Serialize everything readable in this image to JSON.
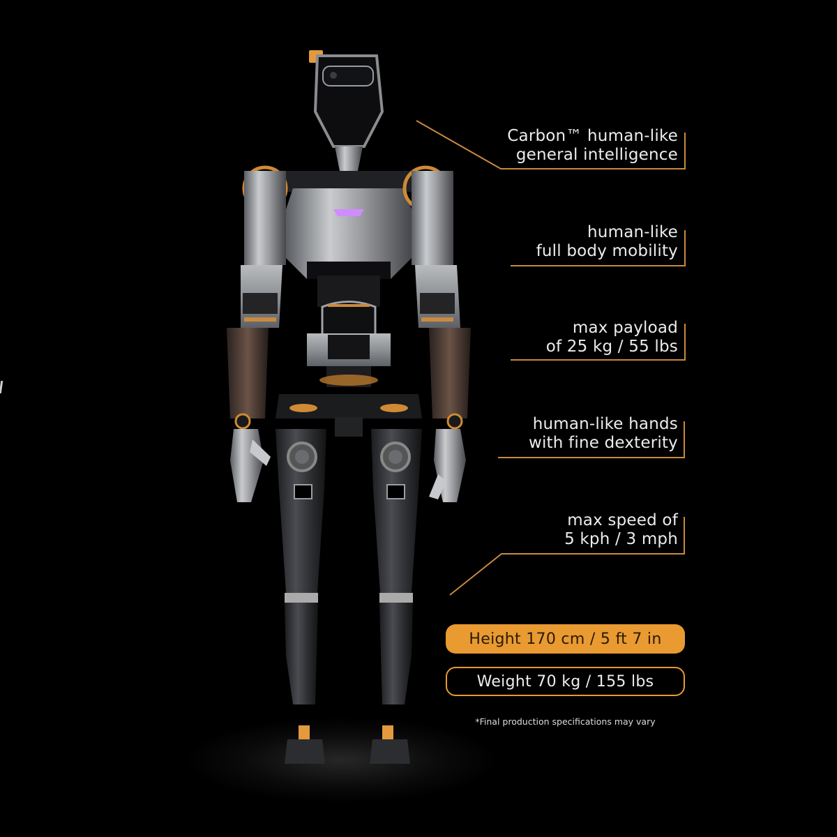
{
  "colors": {
    "background": "#000000",
    "accent": "#e99a30",
    "accent_line": "#c98a3f",
    "text": "#ececec",
    "chest_light": "#d08cff"
  },
  "callouts": [
    {
      "line1": "Carbon™  human-like",
      "line2": "general intelligence"
    },
    {
      "line1": "human-like",
      "line2": "full body mobility"
    },
    {
      "line1": "max payload",
      "line2": "of 25 kg / 55 lbs"
    },
    {
      "line1": "human-like hands",
      "line2": "with fine dexterity"
    },
    {
      "line1": "max speed of",
      "line2": "5 kph / 3 mph"
    }
  ],
  "specs": {
    "height": "Height 170 cm / 5 ft 7 in",
    "weight": "Weight 70 kg / 155 lbs"
  },
  "disclaimer": "*Final production specifications may vary",
  "product_image": {
    "subject": "humanoid-robot"
  }
}
